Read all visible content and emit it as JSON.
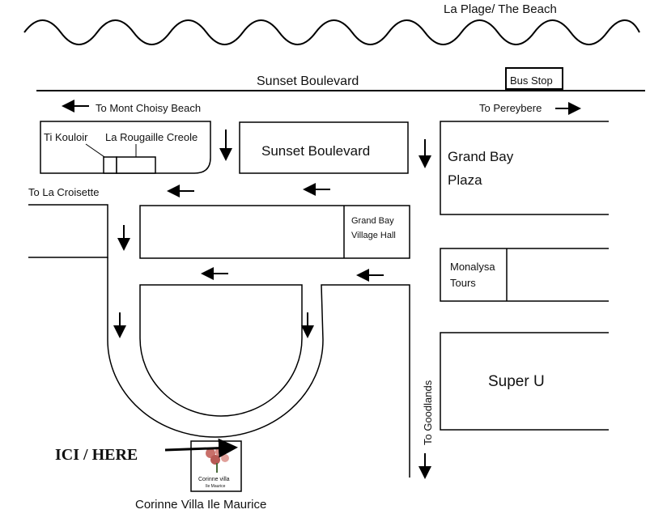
{
  "map": {
    "beach_label": "La Plage/ The Beach",
    "road_label": "Sunset Boulevard",
    "bus_stop": "Bus Stop",
    "to_mont_choisy": "To Mont Choisy Beach",
    "to_pereybere": "To Pereybere",
    "to_la_croisette": "To La Croisette",
    "to_goodlands": "To Goodlands",
    "here_label": "ICI / HERE",
    "villa_name": "Corinne Villa Ile Maurice",
    "logo_text_line1": "Corinne villa",
    "logo_text_line2": "Ile Maurice",
    "buildings": {
      "ti_kouloir": "Ti Kouloir",
      "la_rougaille": "La Rougaille Creole",
      "sunset_boulevard_building": "Sunset Boulevard",
      "grand_bay_plaza_1": "Grand Bay",
      "grand_bay_plaza_2": "Plaza",
      "village_hall_1": "Grand Bay",
      "village_hall_2": "Village Hall",
      "monalysa_1": "Monalysa",
      "monalysa_2": "Tours",
      "super_u": "Super U"
    }
  }
}
